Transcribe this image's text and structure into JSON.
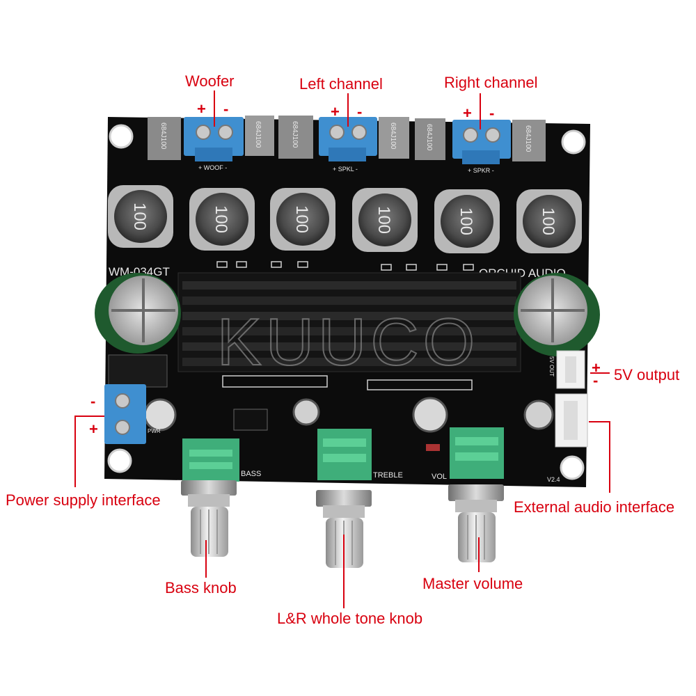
{
  "labels": {
    "woofer": "Woofer",
    "left_channel": "Left channel",
    "right_channel": "Right channel",
    "output_5v": "5V output",
    "power": "Power supply interface",
    "external_audio": "External audio interface",
    "bass_knob": "Bass knob",
    "tone_knob": "L&R whole tone knob",
    "master_volume": "Master volume"
  },
  "polarity": {
    "plus": "+",
    "minus": "-"
  },
  "board": {
    "model": "WM-034GT",
    "brand": "ORCHID AUDIO",
    "inductor_value": "100",
    "capacitor_marking": "684J100",
    "watermark": "KUUCO",
    "silk_bass": "BASS",
    "silk_treble": "TREBLE",
    "silk_vol": "VOL",
    "silk_version": "V2.4",
    "silk_woof": "+ WOOF -",
    "silk_spkl": "+ SPKL -",
    "silk_spkr": "+ SPKR -",
    "silk_5vout": "5V OUT",
    "silk_pwr": "PWR"
  },
  "colors": {
    "annotation": "#d8000f",
    "pcb": "#0c0c0c",
    "terminal_block": "#3f8fd0",
    "potentiometer": "#3fae7a",
    "heatsink": "#1a1a1a",
    "connector": "#f2f2f2"
  }
}
